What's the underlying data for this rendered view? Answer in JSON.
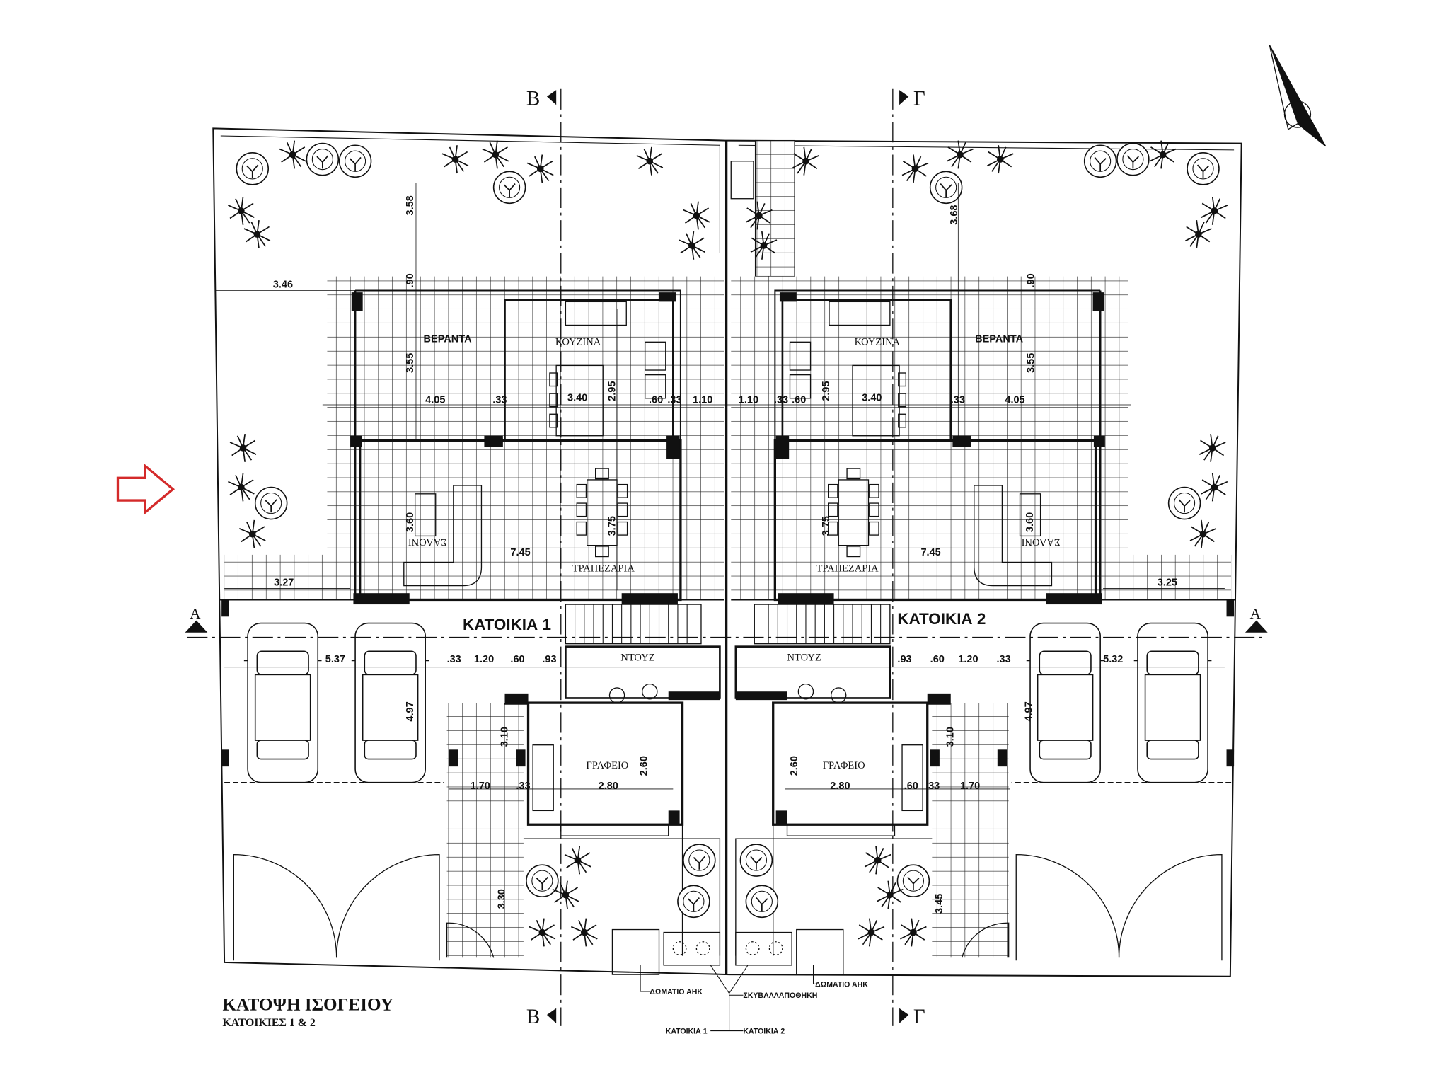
{
  "title": "ΚΑΤΟΨΗ ΙΣΟΓΕΙΟΥ",
  "subtitle": "ΚΑΤΟΙΚΙΕΣ 1 & 2",
  "sections": {
    "b": "Β",
    "g": "Γ",
    "a": "Α"
  },
  "houses": [
    {
      "name": "ΚΑΤΟΙΚΙΑ 1",
      "rooms": {
        "veranda": "ΒΕΡΑΝΤΑ",
        "kitchen": "ΚΟΥΖΙΝΑ",
        "living": "ΣΑΛΟΝΙ",
        "dining": "ΤΡΑΠΕΖΑΡΙΑ",
        "shower": "ΝΤΟΥΖ",
        "office": "ΓΡΑΦΕΙΟ"
      }
    },
    {
      "name": "ΚΑΤΟΙΚΙΑ 2",
      "rooms": {
        "veranda": "ΒΕΡΑΝΤΑ",
        "kitchen": "ΚΟΥΖΙΝΑ",
        "living": "ΣΑΛΟΝΙ",
        "dining": "ΤΡΑΠΕΖΑΡΙΑ",
        "shower": "ΝΤΟΥΖ",
        "office": "ΓΡΑΦΕΙΟ"
      }
    }
  ],
  "callouts": {
    "eac_room": "ΔΩΜΑΤΙΟ ΑΗΚ",
    "bin_store": "ΣΚΥΒΑΛΛΑΠΟΘΗΚΗ",
    "house1": "ΚΑΤΟΙΚΙΑ 1",
    "house2": "ΚΑΤΟΙΚΙΑ 2"
  },
  "dimensions_house1": [
    "3.58",
    "3.46",
    ".90",
    "3.55",
    "4.05",
    ".33",
    "3.40",
    "2.95",
    ".60",
    ".33",
    "1.10",
    "3.60",
    "3.75",
    "7.45",
    "3.27",
    "5.37",
    "4.97",
    ".33",
    "1.20",
    ".60",
    ".93",
    "3.10",
    "2.60",
    "1.70",
    ".33",
    "2.80",
    "3.30"
  ],
  "dimensions_house2": [
    "3.68",
    ".90",
    "3.55",
    "4.05",
    ".33",
    "3.40",
    "2.95",
    ".60",
    ".33",
    "1.10",
    "3.60",
    "3.75",
    "7.45",
    "3.25",
    "5.32",
    "4.97",
    ".33",
    "1.20",
    ".60",
    ".93",
    "3.10",
    "2.60",
    "1.70",
    ".60",
    ".33",
    "2.80",
    "3.45"
  ],
  "colors": {
    "line": "#111111",
    "entrance_arrow": "#d42a2a"
  }
}
